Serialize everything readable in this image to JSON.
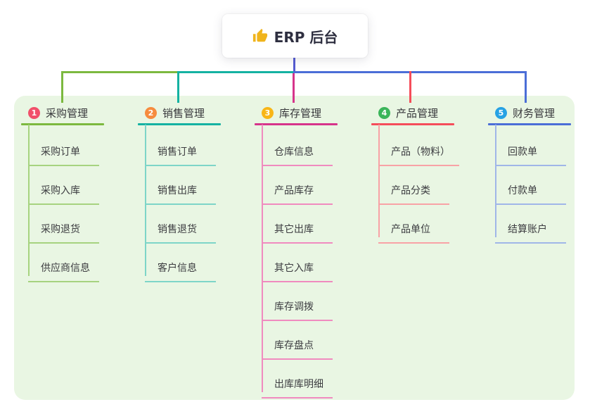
{
  "root": {
    "label": "ERP 后台",
    "icon": "thumbs-up-icon",
    "icon_color": "#f0b41c",
    "line_color": "#565cd2"
  },
  "canvas": {
    "background": "#ffffff",
    "panel_background": "#e9f6e3"
  },
  "branches": [
    {
      "badge": "1",
      "label": "采购管理",
      "colors": {
        "badge": "#f1506a",
        "line": "#7cb93f",
        "light": "#a6d37f"
      },
      "children": [
        "采购订单",
        "采购入库",
        "采购退货",
        "供应商信息"
      ]
    },
    {
      "badge": "2",
      "label": "销售管理",
      "colors": {
        "badge": "#f68c3e",
        "line": "#15b2a2",
        "light": "#7ed5c8"
      },
      "children": [
        "销售订单",
        "销售出库",
        "销售退货",
        "客户信息"
      ]
    },
    {
      "badge": "3",
      "label": "库存管理",
      "colors": {
        "badge": "#f8b617",
        "line": "#d6348b",
        "light": "#f08bbf"
      },
      "children": [
        "仓库信息",
        "产品库存",
        "其它出库",
        "其它入库",
        "库存调拨",
        "库存盘点",
        "出库库明细"
      ]
    },
    {
      "badge": "4",
      "label": "产品管理",
      "colors": {
        "badge": "#3bb55a",
        "line": "#f54d5a",
        "light": "#f8a2a6"
      },
      "children": [
        "产品（物料）",
        "产品分类",
        "产品单位"
      ]
    },
    {
      "badge": "5",
      "label": "财务管理",
      "colors": {
        "badge": "#27a2e4",
        "line": "#4b6ed7",
        "light": "#a0b6e8"
      },
      "children": [
        "回款单",
        "付款单",
        "结算账户"
      ]
    }
  ]
}
